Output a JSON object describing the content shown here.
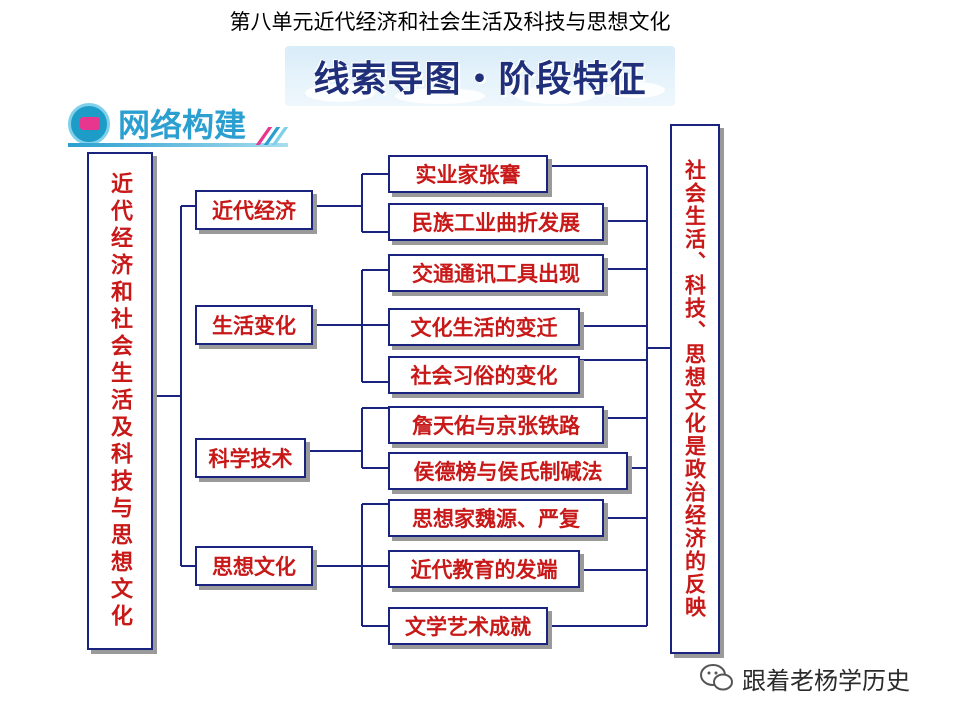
{
  "title": "第八单元近代经济和社会生活及科技与思想文化",
  "banner": "线索导图・阶段特征",
  "section_label": "网络构建",
  "left_box": "近代经济和社会生活及科技与思想文化",
  "categories": [
    {
      "label": "近代经济",
      "items": [
        "实业家张謇",
        "民族工业曲折发展"
      ]
    },
    {
      "label": "生活变化",
      "items": [
        "交通通讯工具出现",
        "文化生活的变迁",
        "社会习俗的变化"
      ]
    },
    {
      "label": "科学技术",
      "items": [
        "詹天佑与京张铁路",
        "侯德榜与侯氏制碱法"
      ]
    },
    {
      "label": "思想文化",
      "items": [
        "思想家魏源、严复",
        "近代教育的发端",
        "文学艺术成就"
      ]
    }
  ],
  "right_box": "社会生活、科技、思想文化是政治经济的反映",
  "watermark": "跟着老杨学历史",
  "colors": {
    "box_text": "#c81818",
    "box_border": "#1a237e",
    "line": "#1a237e",
    "accent": "#2a9fd0"
  }
}
